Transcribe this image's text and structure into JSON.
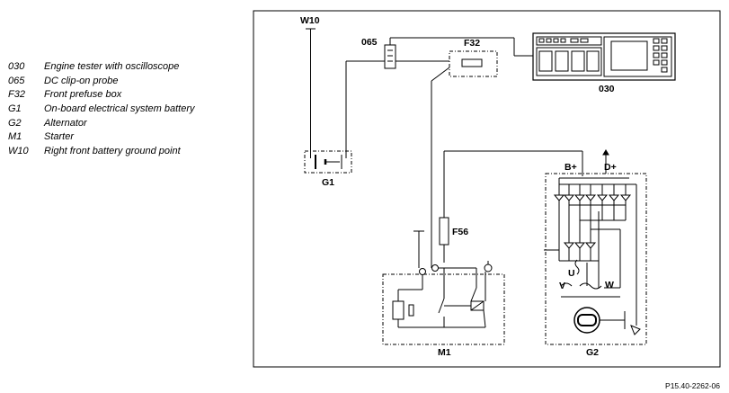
{
  "legend": {
    "items": [
      {
        "code": "030",
        "description": "Engine tester with oscilloscope"
      },
      {
        "code": "065",
        "description": "DC clip-on probe"
      },
      {
        "code": "F32",
        "description": "Front prefuse box"
      },
      {
        "code": "G1",
        "description": "On-board electrical system battery"
      },
      {
        "code": "G2",
        "description": "Alternator"
      },
      {
        "code": "M1",
        "description": "Starter"
      },
      {
        "code": "W10",
        "description": "Right front battery ground point"
      }
    ]
  },
  "diagram_labels": {
    "w10": "W10",
    "probe": "065",
    "prefuse": "F32",
    "tester": "030",
    "battery": "G1",
    "fuse": "F56",
    "starter": "M1",
    "alternator": "G2",
    "b_plus": "B+",
    "d_plus": "D+",
    "phase_u": "U",
    "phase_v": "V",
    "phase_w": "W"
  },
  "document_reference": "P15.40-2262-06"
}
